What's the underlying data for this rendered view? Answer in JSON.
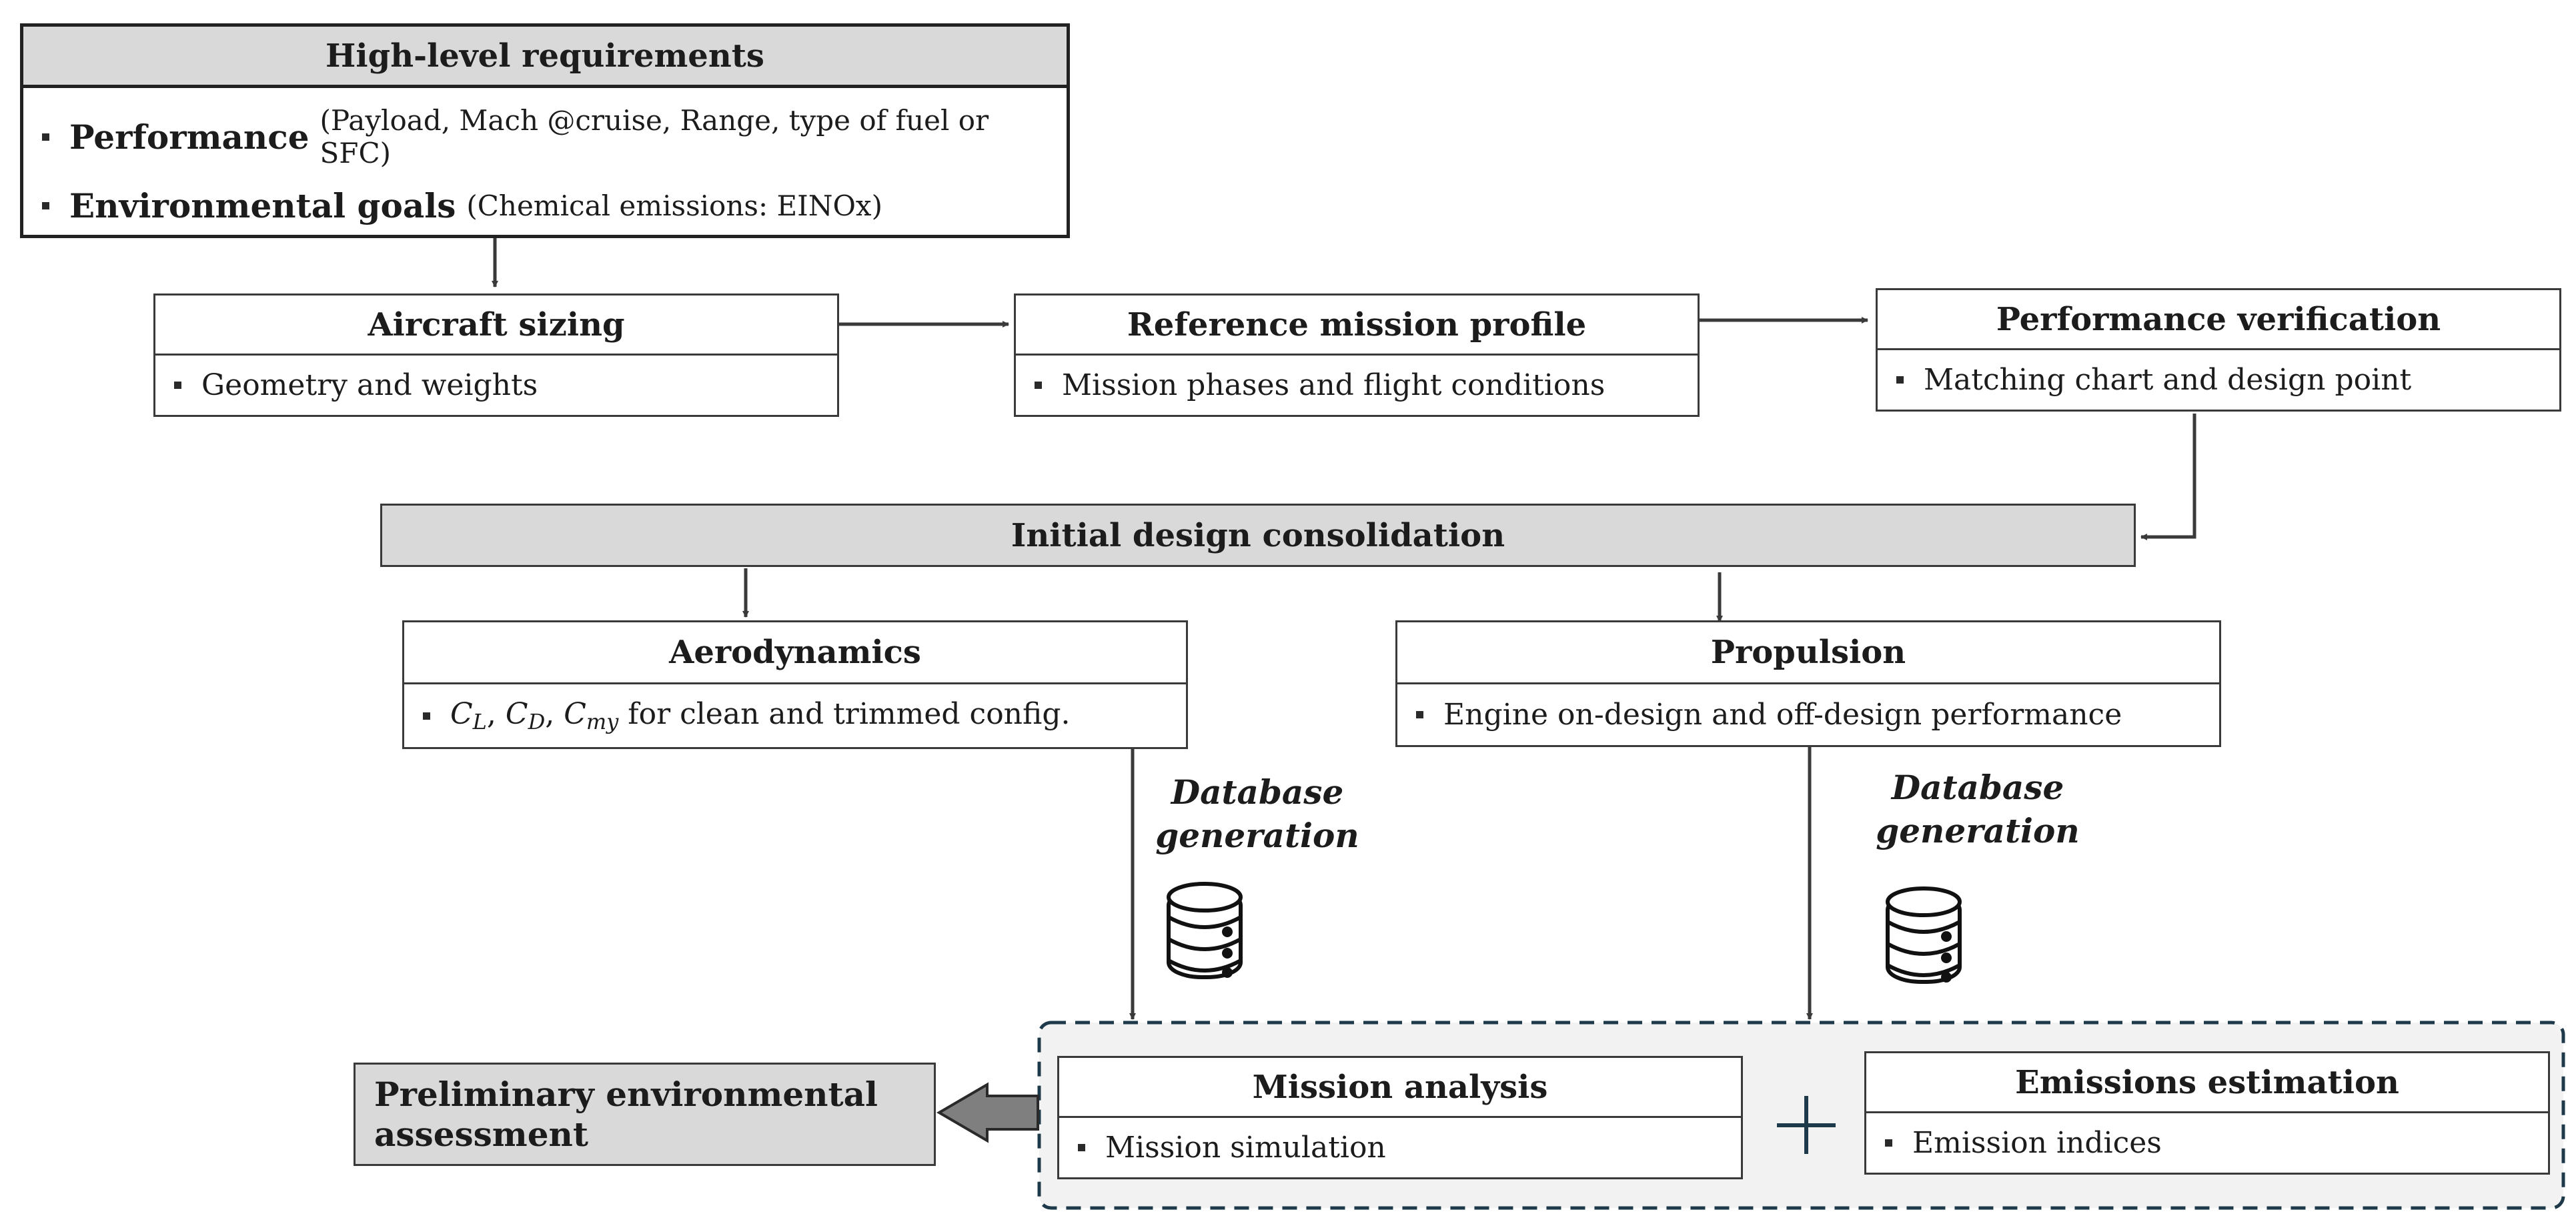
{
  "high_level": {
    "title": "High-level requirements",
    "item1_main": "Performance",
    "item1_sub": "(Payload, Mach @cruise, Range, type of fuel or SFC)",
    "item2_main": "Environmental goals",
    "item2_sub": "(Chemical emissions: EINOx)"
  },
  "aircraft_sizing": {
    "title": "Aircraft sizing",
    "item": "Geometry and weights"
  },
  "mission_profile": {
    "title": "Reference mission profile",
    "item": "Mission phases and flight conditions"
  },
  "performance_verification": {
    "title": "Performance verification",
    "item": "Matching chart and design point"
  },
  "consolidation": {
    "title": "Initial design consolidation"
  },
  "aerodynamics": {
    "title": "Aerodynamics",
    "c": "C",
    "sub_l": "L",
    "sub_d": "D",
    "sub_my": "my",
    "sep": ", ",
    "item_rest": " for clean and trimmed config."
  },
  "propulsion": {
    "title": "Propulsion",
    "item": "Engine on-design and off-design performance"
  },
  "database_left": {
    "line1": "Database",
    "line2": "generation"
  },
  "database_right": {
    "line1": "Database",
    "line2": "generation"
  },
  "mission_analysis": {
    "title": "Mission analysis",
    "item": "Mission simulation"
  },
  "emissions_estimation": {
    "title": "Emissions estimation",
    "item": "Emission indices"
  },
  "assessment": {
    "line1": "Preliminary environmental",
    "line2": "assessment"
  },
  "icons": {
    "database": "database-icon",
    "plus": "plus-icon",
    "block_arrow": "left-block-arrow-icon"
  },
  "colors": {
    "header_fill": "#d9d9d9",
    "dashed_border": "#1e3a4a",
    "group_fill": "#f2f2f2",
    "line": "#3a3a3a"
  }
}
